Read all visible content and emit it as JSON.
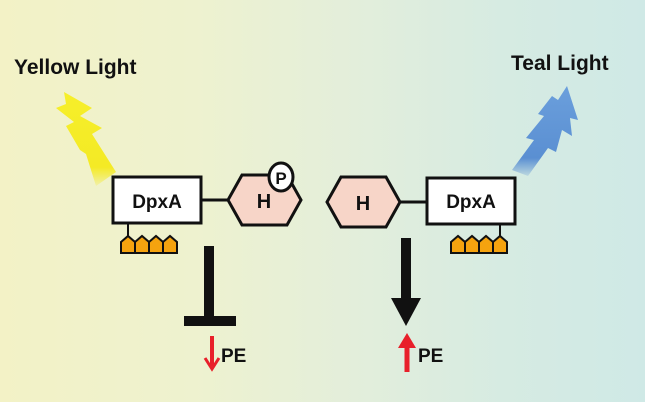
{
  "left_panel": {
    "light_label": "Yellow Light",
    "protein_label": "DpxA",
    "domain_label": "H",
    "phospho_label": "P",
    "output_label": "PE",
    "bolt_color": "#f4ec1e",
    "inhibition_color": "#111111",
    "arrow_color": "#e8202a"
  },
  "right_panel": {
    "light_label": "Teal Light",
    "protein_label": "DpxA",
    "domain_label": "H",
    "output_label": "PE",
    "bolt_color": "#5b93d6",
    "activation_color": "#111111",
    "arrow_color": "#e8202a"
  },
  "colors": {
    "hexagon_fill": "#f7d5c8",
    "chromophore_fill": "#f5a30f"
  }
}
